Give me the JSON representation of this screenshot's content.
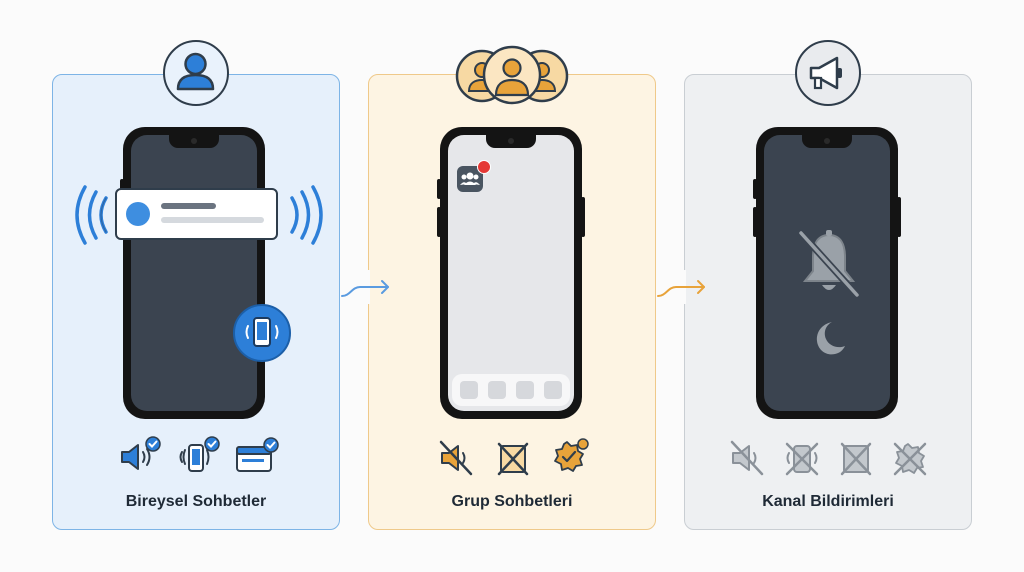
{
  "panels": [
    {
      "id": "individual",
      "title": "Bireysel Sohbetler",
      "accent": "#2d7fd8"
    },
    {
      "id": "group",
      "title": "Grup Sohbetleri",
      "accent": "#e8a33a"
    },
    {
      "id": "channel",
      "title": "Kanal Bildirimleri",
      "accent": "#9aa1a8"
    }
  ],
  "icons": {
    "individual_badge": "user-icon",
    "group_badge": "group-users-icon",
    "channel_badge": "megaphone-icon",
    "individual_settings": [
      "sound-on-icon",
      "vibrate-icon",
      "banner-icon"
    ],
    "group_settings": [
      "sound-muted-icon",
      "vibrate-off-icon",
      "badge-icon"
    ],
    "channel_settings": [
      "sound-muted-icon",
      "vibrate-off-icon",
      "banner-off-icon",
      "badge-off-icon"
    ],
    "channel_screen": [
      "bell-slash-icon",
      "moon-icon"
    ]
  },
  "colors": {
    "blue": "#2d7fd8",
    "orange": "#e8a33a",
    "gray": "#9aa1a8",
    "dark": "#2f3d4b",
    "red": "#e53935"
  }
}
